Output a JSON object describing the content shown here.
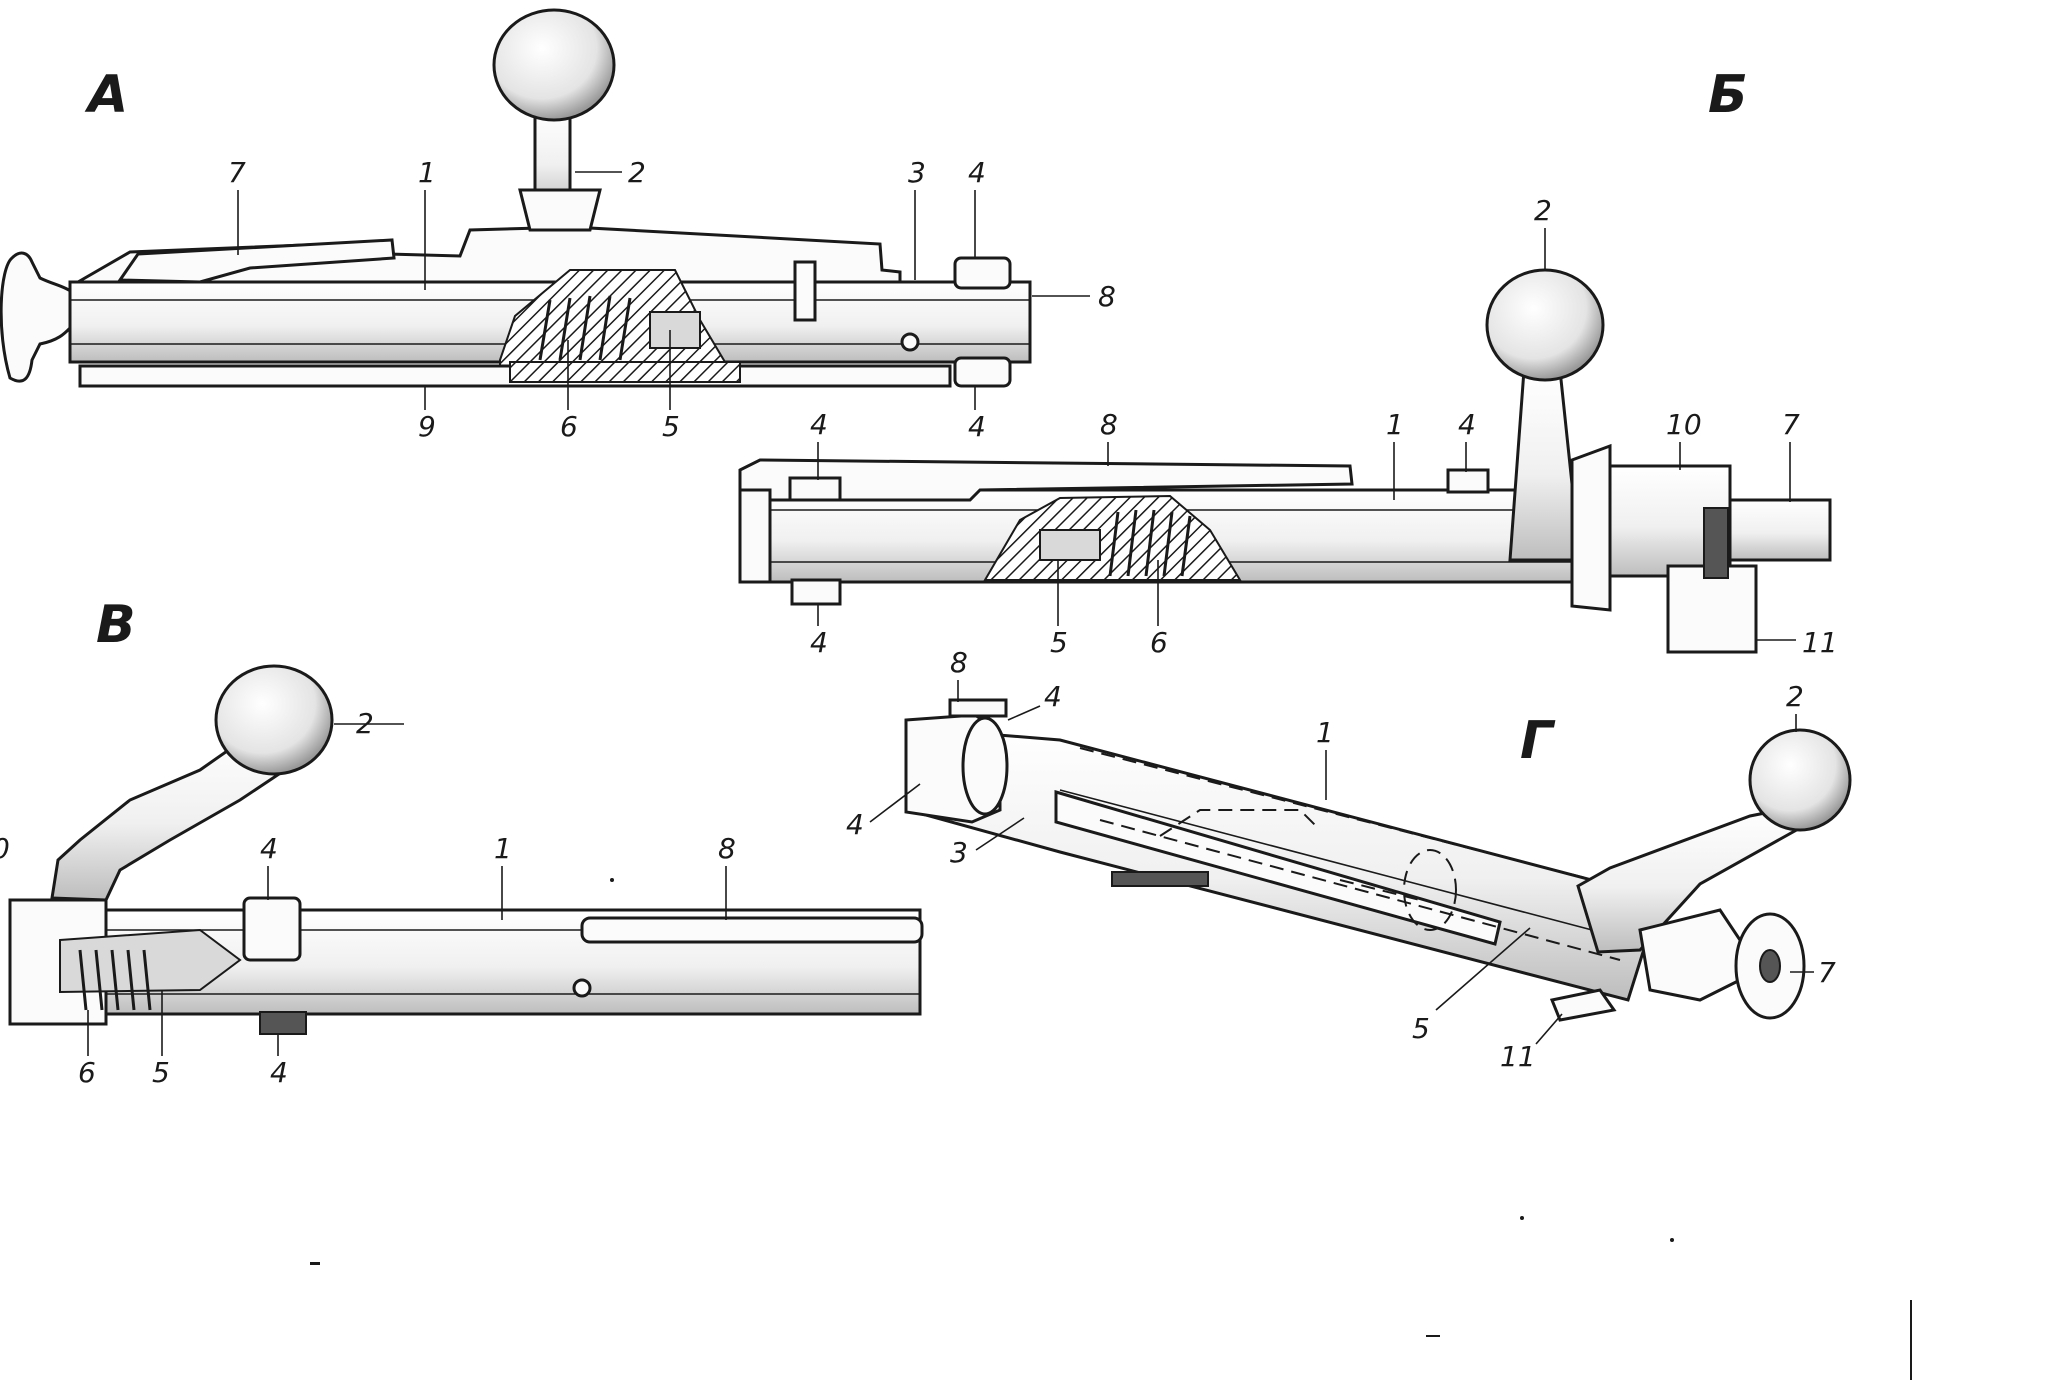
{
  "panels": {
    "A": {
      "letter": "А"
    },
    "B": {
      "letter": "Б"
    },
    "V": {
      "letter": "В"
    },
    "G": {
      "letter": "Г"
    }
  },
  "callouts": {
    "a": {
      "n1": "1",
      "n2": "2",
      "n3": "3",
      "n4a": "4",
      "n4b": "4",
      "n5": "5",
      "n6": "6",
      "n7": "7",
      "n8": "8",
      "n9": "9"
    },
    "b": {
      "n1": "1",
      "n2": "2",
      "n4a": "4",
      "n4b": "4",
      "n4c": "4",
      "n5": "5",
      "n6": "6",
      "n7": "7",
      "n8": "8",
      "n10": "10",
      "n11": "11"
    },
    "v": {
      "n0": "0",
      "n1": "1",
      "n2": "2",
      "n4a": "4",
      "n4b": "4",
      "n5": "5",
      "n6": "6",
      "n8": "8"
    },
    "g": {
      "n1": "1",
      "n2": "2",
      "n3": "3",
      "n4a": "4",
      "n4b": "4",
      "n5": "5",
      "n7": "7",
      "n8": "8",
      "n11": "11"
    }
  }
}
